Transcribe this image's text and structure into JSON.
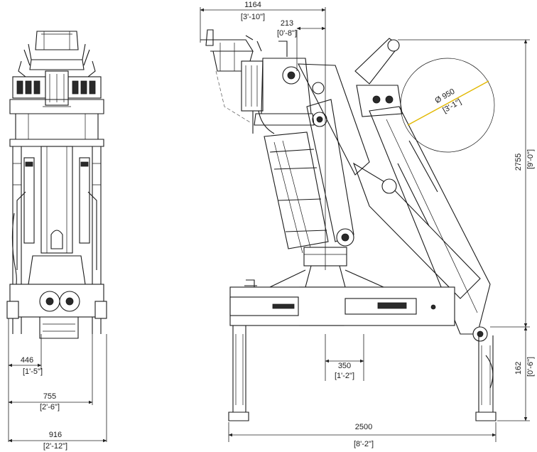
{
  "front_view": {
    "dims": [
      {
        "id": "front-width-446",
        "mm": "446",
        "ftin": "[1'-5\"]"
      },
      {
        "id": "front-width-755",
        "mm": "755",
        "ftin": "[2'-6\"]"
      },
      {
        "id": "front-width-916",
        "mm": "916",
        "ftin": "[2'-12\"]"
      }
    ]
  },
  "side_view": {
    "dims": [
      {
        "id": "reach-1164",
        "mm": "1164",
        "ftin": "[3'-10\"]"
      },
      {
        "id": "offset-213",
        "mm": "213",
        "ftin": "[0'-8\"]"
      },
      {
        "id": "slew-350",
        "mm": "350",
        "ftin": "[1'-2\"]"
      },
      {
        "id": "base-2500",
        "mm": "2500",
        "ftin": "[8'-2\"]"
      },
      {
        "id": "height-2755",
        "mm": "2755",
        "ftin": "[9'-0\"]"
      },
      {
        "id": "height-162",
        "mm": "162",
        "ftin": "[0'-6\"]"
      },
      {
        "id": "diameter-950",
        "mm": "Ø 950",
        "ftin": "[3'-1\"]"
      }
    ]
  }
}
